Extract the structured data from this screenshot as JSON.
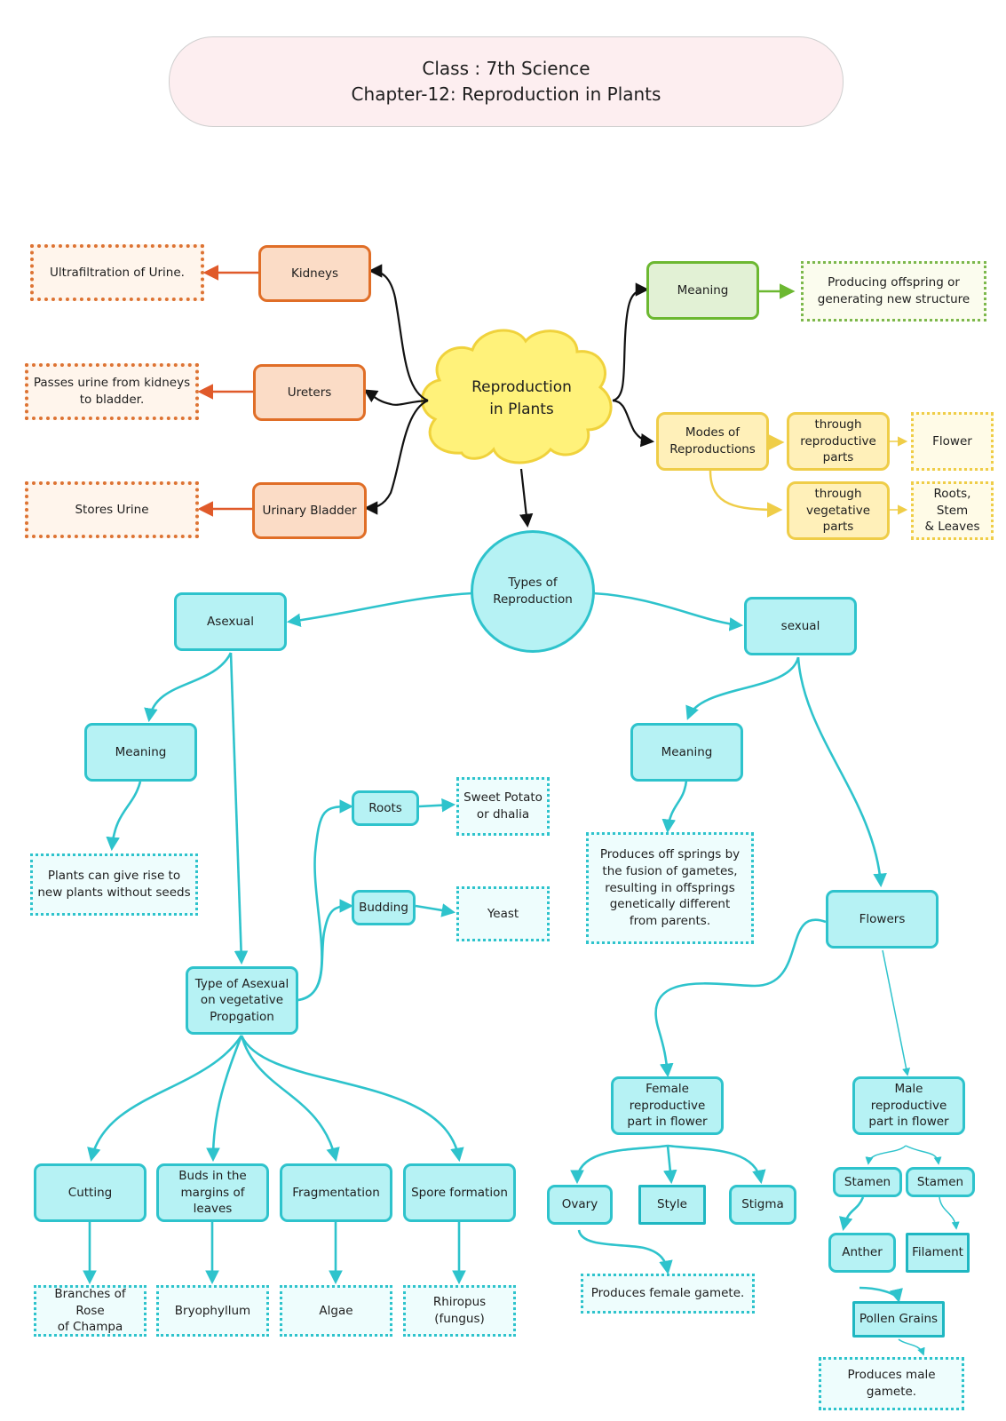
{
  "title": {
    "line1": "Class : 7th Science",
    "line2": "Chapter-12: Reproduction in Plants"
  },
  "colors": {
    "orange": "#e06e27",
    "green": "#6cb831",
    "yellow": "#efcd48",
    "teal": "#2ec3cc",
    "cloud": "#fff27a",
    "title_bg": "#fdeef0"
  },
  "central": "Reproduction\nin Plants",
  "left_branch": {
    "kidneys": "Kidneys",
    "kidneys_note": "Ultrafiltration of Urine.",
    "ureters": "Ureters",
    "ureters_note": "Passes urine from kidneys\nto bladder.",
    "bladder": "Urinary Bladder",
    "bladder_note": "Stores Urine"
  },
  "right_branch": {
    "meaning": "Meaning",
    "meaning_note": "Producing offspring or\ngenerating new structure",
    "modes": "Modes of\nReproductions",
    "reproductive_parts": "through\nreproductive\nparts",
    "flower": "Flower",
    "vegetative_parts": "through\nvegetative\nparts",
    "roots_stem_leaves": "Roots, Stem\n& Leaves"
  },
  "types": {
    "label": "Types of\nReproduction",
    "asexual": {
      "label": "Asexual",
      "meaning": "Meaning",
      "meaning_note": "Plants can give rise to\nnew plants without seeds",
      "type_label": "Type of Asexual\non vegetative\nPropgation",
      "roots": "Roots",
      "roots_note": "Sweet Potato\nor dhalia",
      "budding": "Budding",
      "budding_note": "Yeast",
      "cutting": "Cutting",
      "cutting_note": "Branches of Rose\nof Champa",
      "buds": "Buds in the\nmargins of\nleaves",
      "buds_note": "Bryophyllum",
      "fragmentation": "Fragmentation",
      "fragmentation_note": "Algae",
      "spore": "Spore formation",
      "spore_note": "Rhiropus\n(fungus)"
    },
    "sexual": {
      "label": "sexual",
      "meaning": "Meaning",
      "meaning_note": "Produces off springs by\nthe fusion of gametes,\nresulting in offsprings\ngenetically different\nfrom parents.",
      "flowers": "Flowers",
      "female": "Female\nreproductive\npart in flower",
      "ovary": "Ovary",
      "style": "Style",
      "stigma": "Stigma",
      "ovary_note": "Produces female gamete.",
      "male": "Male\nreproductive\npart in flower",
      "stamen_a": "Stamen",
      "stamen_b": "Stamen",
      "anther": "Anther",
      "filament": "Filament",
      "pollen": "Pollen Grains",
      "pollen_note": "Produces male\ngamete."
    }
  }
}
